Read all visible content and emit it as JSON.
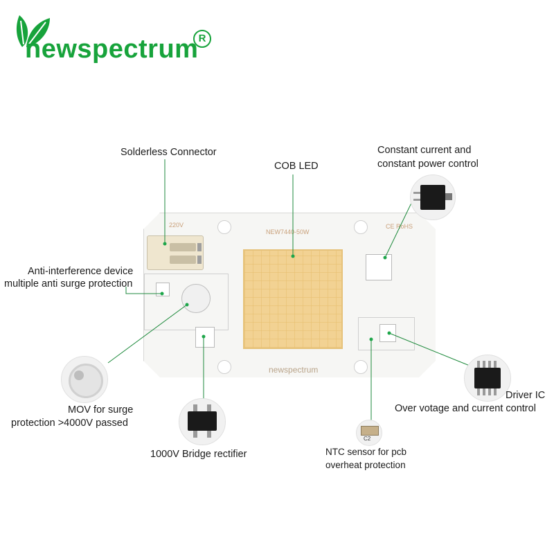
{
  "brand": {
    "name": "newspectrum",
    "registered_mark": "R",
    "accent_color": "#17a33b"
  },
  "board": {
    "voltage_marking": "220V",
    "model_marking": "NEW7440-50W",
    "cert_marking": "CE RoHS",
    "bottom_brand": "newspectrum",
    "led_color": "#f2d293"
  },
  "callouts": {
    "solderless_connector": "Solderless Connector",
    "cob_led": "COB LED",
    "constant_current_line1": "Constant current and",
    "constant_current_line2": "constant power control",
    "anti_interference_line1": "Anti-interference device",
    "anti_interference_line2": "multiple anti surge protection",
    "mov_line1": "MOV for surge",
    "mov_line2": "protection >4000V passed",
    "bridge_rectifier": "1000V Bridge rectifier",
    "ntc_line1": "NTC sensor for pcb",
    "ntc_line2": "overheat protection",
    "driver_ic_line1": "Driver IC",
    "driver_ic_line2": "Over votage and current control",
    "ntc_component_marking": "C2"
  },
  "leader_color": "#1e8a3c"
}
